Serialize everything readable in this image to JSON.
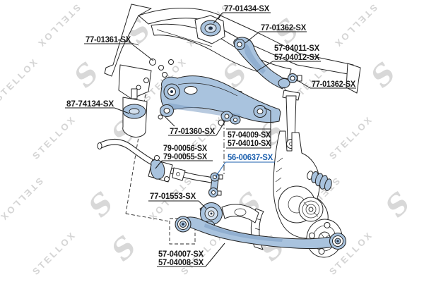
{
  "brand_watermark": {
    "text": "STELLOX",
    "logo_letter": "S"
  },
  "colors": {
    "part_blue": "#a9c3de",
    "part_blue_dark": "#7d9fc4",
    "part_blue_light": "#d3e0ee",
    "outline": "#242424",
    "highlight_blue": "#1b5fae",
    "background": "#ffffff"
  },
  "highlighted_part": "56-00637-SX",
  "labels": [
    {
      "text": "77-01434-SX",
      "highlight": false
    },
    {
      "text": "77-01362-SX",
      "highlight": false
    },
    {
      "text": "77-01361-SX",
      "highlight": false
    },
    {
      "text": "57-04011-SX",
      "highlight": false
    },
    {
      "text": "57-04012-SX",
      "highlight": false
    },
    {
      "text": "77-01362-SX",
      "highlight": false
    },
    {
      "text": "87-74134-SX",
      "highlight": false
    },
    {
      "text": "77-01360-SX",
      "highlight": false
    },
    {
      "text": "57-04009-SX",
      "highlight": false
    },
    {
      "text": "57-04010-SX",
      "highlight": false
    },
    {
      "text": "79-00056-SX",
      "highlight": false
    },
    {
      "text": "79-00055-SX",
      "highlight": false
    },
    {
      "text": "56-00637-SX",
      "highlight": true
    },
    {
      "text": "77-01553-SX",
      "highlight": false
    },
    {
      "text": "57-04007-SX",
      "highlight": false
    },
    {
      "text": "57-04008-SX",
      "highlight": false
    }
  ]
}
